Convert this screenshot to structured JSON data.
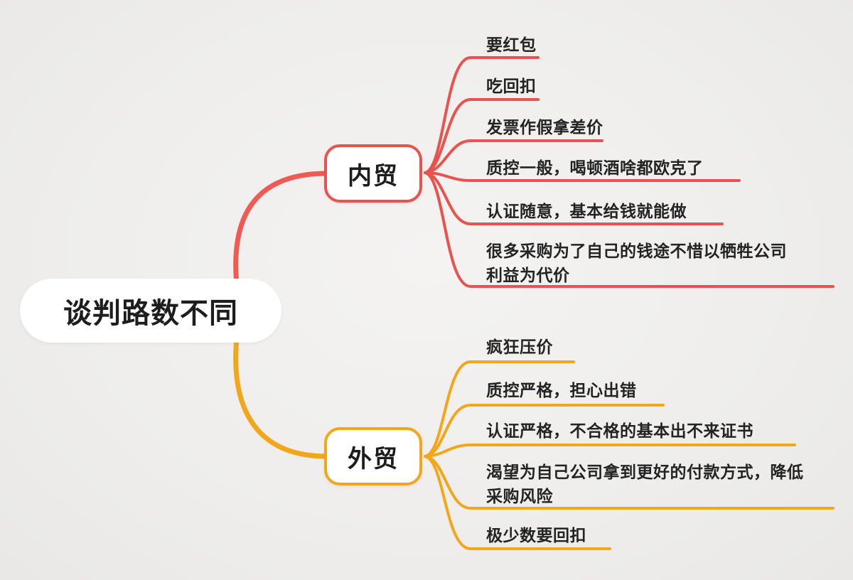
{
  "title": "谈判路数不同 mind map",
  "root": {
    "label": "谈判路数不同"
  },
  "colors": {
    "domestic_accent": "#e8534e",
    "foreign_accent": "#f2a71b",
    "background": "#efeeec",
    "text": "#232323"
  },
  "branches": [
    {
      "id": "domestic-trade",
      "label": "内贸",
      "color": "#e8534e",
      "children": [
        {
          "text": "要红包"
        },
        {
          "text": "吃回扣"
        },
        {
          "text": "发票作假拿差价"
        },
        {
          "text": "质控一般，喝顿酒啥都欧克了"
        },
        {
          "text": "认证随意，基本给钱就能做"
        },
        {
          "text": "很多采购为了自己的钱途不惜以牺牲公司利益为代价"
        }
      ]
    },
    {
      "id": "foreign-trade",
      "label": "外贸",
      "color": "#f2a71b",
      "children": [
        {
          "text": "疯狂压价"
        },
        {
          "text": "质控严格，担心出错"
        },
        {
          "text": "认证严格，不合格的基本出不来证书"
        },
        {
          "text": "渴望为自己公司拿到更好的付款方式，降低采购风险"
        },
        {
          "text": "极少数要回扣"
        }
      ]
    }
  ]
}
